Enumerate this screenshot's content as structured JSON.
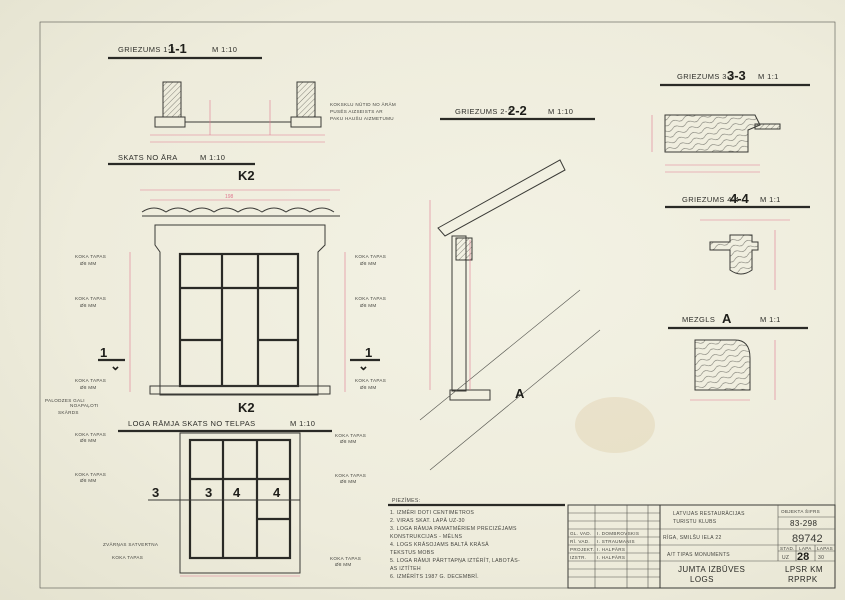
{
  "sections": {
    "s11": {
      "title": "GRIEZUMS 1-1",
      "scale": "M 1:10",
      "note": [
        "KOKSKLU NŪTID NO ĀRĀM",
        "PUSĒS AIZSEISTS AR",
        "PAKU HAUŠU AIZMETUMU"
      ]
    },
    "elevation_out": {
      "title": "SKATS NO ĀRA",
      "scale": "M 1:10",
      "mark": "K2"
    },
    "s22": {
      "title": "GRIEZUMS 2-2",
      "scale": "M 1:10",
      "detail_ref": "A"
    },
    "s33": {
      "title": "GRIEZUMS 3-3",
      "scale": "M 1:1"
    },
    "s44": {
      "title": "GRIEZUMS 4-4",
      "scale": "M 1:1"
    },
    "nodeA": {
      "title": "MEZGLS",
      "mark": "A",
      "scale": "M 1:1"
    },
    "elevation_in": {
      "title": "LOGA RĀMJA SKATS NO TELPAS",
      "scale": "M 1:10",
      "mark": "K2"
    }
  },
  "labels": {
    "kona_tapas_1": "KOKA TAPAS",
    "kona_tapas_sub": "Ø8 MM",
    "palodze": "PALODZES GALI",
    "palodze_sub": "NOAPAĻOTI",
    "skards": "SKĀRDS",
    "zinkes": "ZVĀRŅAS SATVERTNA",
    "cut_1": "1",
    "cut_3": "3",
    "cut_4": "4"
  },
  "notes": {
    "title": "PIEZĪMES:",
    "items": [
      "1. IZMĒRI DOTI CENTIMETROS",
      "2. VIRAS SKAT. LAPĀ UZ-30",
      "3. LOGA RĀMJA PAMATMĒRIEM PRECIZĒJAMS",
      "   KONSTRUKCIJAS - MĒLNS",
      "4. LOGS KRĀSOJAMS BALTĀ KRĀSĀ",
      "   TEKSTUS MOBS",
      "5. LOGA RĀMJI PĀRTTAPŅA IZTĒRĪT, LABOTĀS-",
      "   AS IZTĪTEH",
      "6. IZMĒRĪTS 1987 G. DECEMBRĪ."
    ]
  },
  "title_block": {
    "org": [
      "LATVIJAS RESTAURĀCIJAS",
      "TURISTU KLUBS"
    ],
    "address": "RĪGA, SMILŠU IELA 22",
    "object": "A/T TIPAS MONUMENTS",
    "sheet_title": [
      "JUMTA IZBŪVES",
      "LOGS"
    ],
    "code_label": "OBJEKTA ŠIFRS",
    "code": "83-298",
    "number": "89742",
    "stage_label": "STAD.",
    "sheet_label": "LAPA",
    "sheets_label": "LAPAS",
    "stage": "UZ",
    "sheet": "28",
    "sheets": "30",
    "stamp": [
      "LPSR KM",
      "RPRPK"
    ],
    "people": [
      {
        "role": "GL. VAD.",
        "name": "I. DOMBROVSKIS"
      },
      {
        "role": "RĪ. VAD.",
        "name": "I. STRAUMANIS"
      },
      {
        "role": "PROJEKT.",
        "name": "I. HALPĀRS"
      },
      {
        "role": "IZSTR.",
        "name": "I. HALPĀRS"
      }
    ]
  }
}
